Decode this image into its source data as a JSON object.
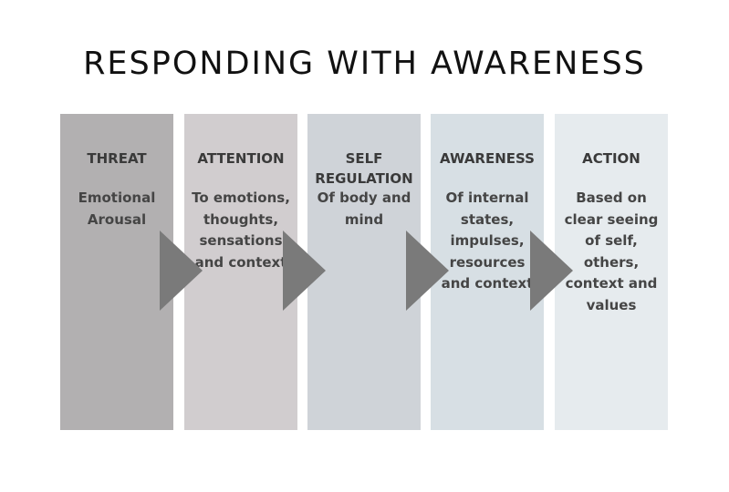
{
  "title": "RESPONDING WITH AWARENESS",
  "stages": [
    {
      "heading": "THREAT",
      "text": "Emotional\nArousal",
      "color": "#b2b0b1"
    },
    {
      "heading": "ATTENTION",
      "text": "To emotions,\nthoughts,\nsensations\nand context",
      "color": "#d1cdcf"
    },
    {
      "heading": "SELF\nREGULATION",
      "text": "Of body and\nmind",
      "color": "#cfd3d8"
    },
    {
      "heading": "AWARENESS",
      "text": "Of internal\nstates,\nimpulses,\nresources\nand context",
      "color": "#d7dfe4"
    },
    {
      "heading": "ACTION",
      "text": "Based on\nclear seeing\nof self,\nothers,\ncontext and\nvalues",
      "color": "#e6ebee"
    }
  ],
  "arrow_color": "#7a7a7a",
  "arrow_icon": "chevron-right-triangle"
}
